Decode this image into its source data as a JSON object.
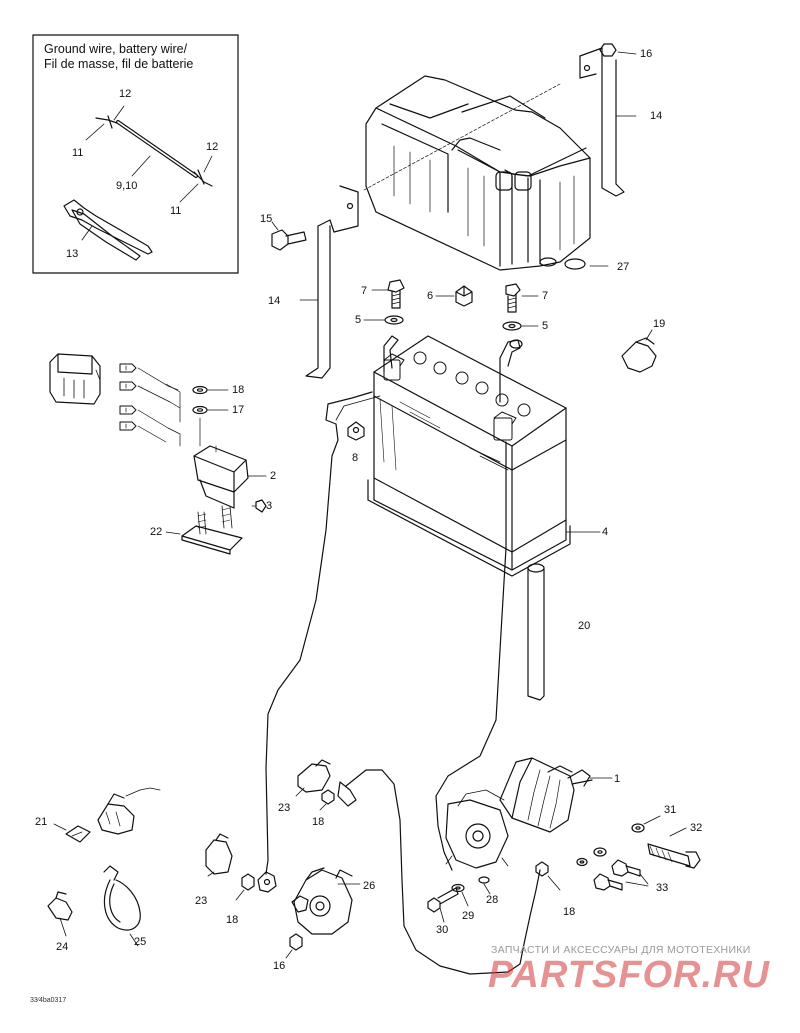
{
  "inset": {
    "title_line1": "Ground wire, battery wire/",
    "title_line2": "Fil de masse, fil de batterie"
  },
  "callouts": [
    {
      "id": "c16a",
      "text": "16"
    },
    {
      "id": "c14a",
      "text": "14"
    },
    {
      "id": "c15",
      "text": "15"
    },
    {
      "id": "c27",
      "text": "27"
    },
    {
      "id": "c14b",
      "text": "14"
    },
    {
      "id": "c7a",
      "text": "7"
    },
    {
      "id": "c6",
      "text": "6"
    },
    {
      "id": "c7b",
      "text": "7"
    },
    {
      "id": "c5a",
      "text": "5"
    },
    {
      "id": "c5b",
      "text": "5"
    },
    {
      "id": "c19",
      "text": "19"
    },
    {
      "id": "c18a",
      "text": "18"
    },
    {
      "id": "c17",
      "text": "17"
    },
    {
      "id": "c2",
      "text": "2"
    },
    {
      "id": "c3",
      "text": "3"
    },
    {
      "id": "c22",
      "text": "22"
    },
    {
      "id": "c8",
      "text": "8"
    },
    {
      "id": "c4",
      "text": "4"
    },
    {
      "id": "c20",
      "text": "20"
    },
    {
      "id": "c1",
      "text": "1"
    },
    {
      "id": "c31",
      "text": "31"
    },
    {
      "id": "c32",
      "text": "32"
    },
    {
      "id": "c33",
      "text": "33"
    },
    {
      "id": "c23a",
      "text": "23"
    },
    {
      "id": "c18b",
      "text": "18"
    },
    {
      "id": "c21",
      "text": "21"
    },
    {
      "id": "c23b",
      "text": "23"
    },
    {
      "id": "c26",
      "text": "26"
    },
    {
      "id": "c18c",
      "text": "18"
    },
    {
      "id": "c28",
      "text": "28"
    },
    {
      "id": "c29",
      "text": "29"
    },
    {
      "id": "c30",
      "text": "30"
    },
    {
      "id": "c18d",
      "text": "18"
    },
    {
      "id": "c16b",
      "text": "16"
    },
    {
      "id": "c24",
      "text": "24"
    },
    {
      "id": "c25",
      "text": "25"
    },
    {
      "id": "c12a",
      "text": "12"
    },
    {
      "id": "c11a",
      "text": "11"
    },
    {
      "id": "c910",
      "text": "9,10"
    },
    {
      "id": "c12b",
      "text": "12"
    },
    {
      "id": "c11b",
      "text": "11"
    },
    {
      "id": "c13",
      "text": "13"
    }
  ],
  "drawing_code": "33⁄4ba0317",
  "watermark": {
    "tagline": "ЗАПЧАСТИ И АКСЕССУАРЫ ДЛЯ МОТОТЕХНИКИ",
    "logo": "PARTSFOR.RU"
  }
}
